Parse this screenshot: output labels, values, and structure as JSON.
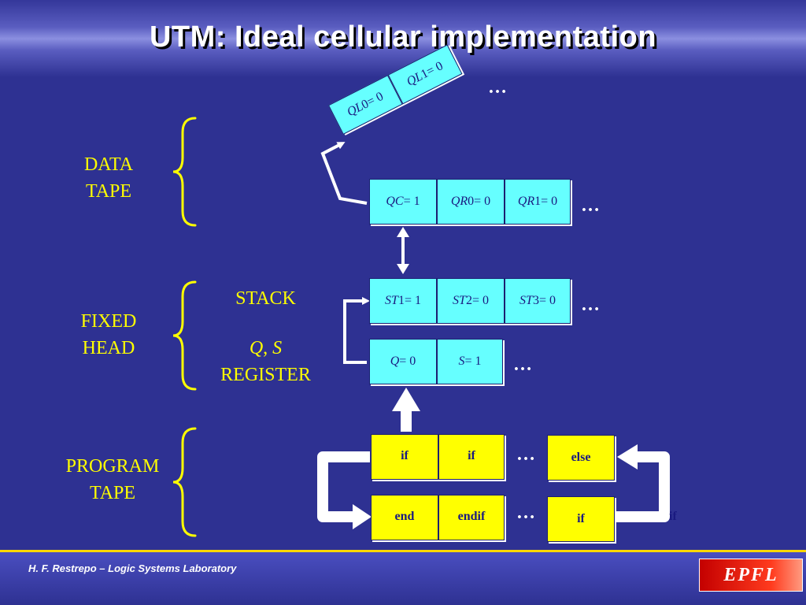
{
  "title": "UTM: Ideal cellular implementation",
  "labels": {
    "data_tape_line1": "DATA",
    "data_tape_line2": "TAPE",
    "fixed_head_line1": "FIXED",
    "fixed_head_line2": "HEAD",
    "program_tape_line1": "PROGRAM",
    "program_tape_line2": "TAPE",
    "stack": "STACK",
    "qs_q": "Q",
    "qs_comma": ", ",
    "qs_s": "S",
    "register": "REGISTER"
  },
  "data_tape": {
    "left_cells": [
      {
        "var": "QL",
        "idx": "0",
        "val": " = 0"
      },
      {
        "var": "QL",
        "idx": "1",
        "val": " = 0"
      }
    ],
    "main_cells": [
      {
        "var": "QC",
        "idx": "",
        "val": " = 1"
      },
      {
        "var": "QR",
        "idx": "0",
        "val": " = 0"
      },
      {
        "var": "QR",
        "idx": "1",
        "val": " = 0"
      }
    ]
  },
  "stack_cells": [
    {
      "var": "ST",
      "idx": "1",
      "val": " = 1"
    },
    {
      "var": "ST",
      "idx": "2",
      "val": " = 0"
    },
    {
      "var": "ST",
      "idx": "3",
      "val": " = 0"
    }
  ],
  "register_cells": [
    {
      "var": "Q",
      "idx": "",
      "val": " = 0"
    },
    {
      "var": "S",
      "idx": "",
      "val": " = 1"
    }
  ],
  "program_tape": {
    "top_cells": [
      "if",
      "if"
    ],
    "bottom_cells": [
      "end",
      "endif"
    ],
    "right_top": "else",
    "right_bottom": "if",
    "side_label": "if"
  },
  "ellipsis": "…",
  "footer": "H. F. Restrepo – Logic Systems Laboratory",
  "logo_text": "EPFL",
  "colors": {
    "background": "#2e3192",
    "cell": "#66ffff",
    "program_cell": "#ffff00",
    "label": "#ffff00"
  }
}
